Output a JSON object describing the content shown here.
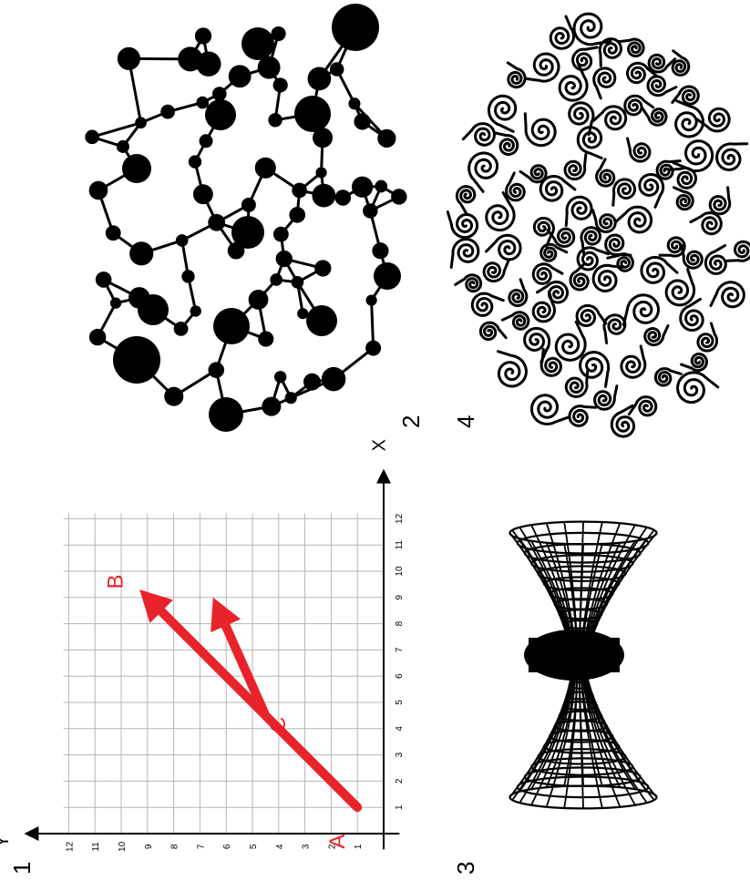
{
  "panels": {
    "p1": {
      "label": "1"
    },
    "p2": {
      "label": "2"
    },
    "p3": {
      "label": "3"
    },
    "p4": {
      "label": "4"
    }
  },
  "chart_data": {
    "type": "line",
    "xlabel": "X",
    "ylabel": "Y",
    "xlim": [
      0,
      12
    ],
    "ylim": [
      0,
      12
    ],
    "x_ticks": [
      "1",
      "2",
      "3",
      "4",
      "5",
      "6",
      "7",
      "8",
      "9",
      "10",
      "11",
      "12"
    ],
    "y_ticks": [
      "1",
      "2",
      "3",
      "4",
      "5",
      "6",
      "7",
      "8",
      "9",
      "10",
      "11",
      "12"
    ],
    "grid": true,
    "points": [
      {
        "name": "A",
        "x": 1,
        "y": 1
      },
      {
        "name": "C",
        "x": 4.5,
        "y": 4.5
      },
      {
        "name": "B",
        "x": 9.3,
        "y": 9.3
      }
    ],
    "arrows": [
      {
        "from": [
          1,
          1
        ],
        "to": [
          9.3,
          9.3
        ]
      },
      {
        "from": [
          4.5,
          4.5
        ],
        "to": [
          9.0,
          6.5
        ]
      }
    ],
    "colors": {
      "arrow": "#e8232b",
      "grid": "#b5b5b5",
      "axis": "#000000"
    },
    "orientation": "rotated 90 degrees counter-clockwise"
  },
  "icons": {
    "p2": "molecule-network-icon",
    "p3": "hyperboloid-wireframe-icon",
    "p4": "spiral-swirls-icon"
  }
}
